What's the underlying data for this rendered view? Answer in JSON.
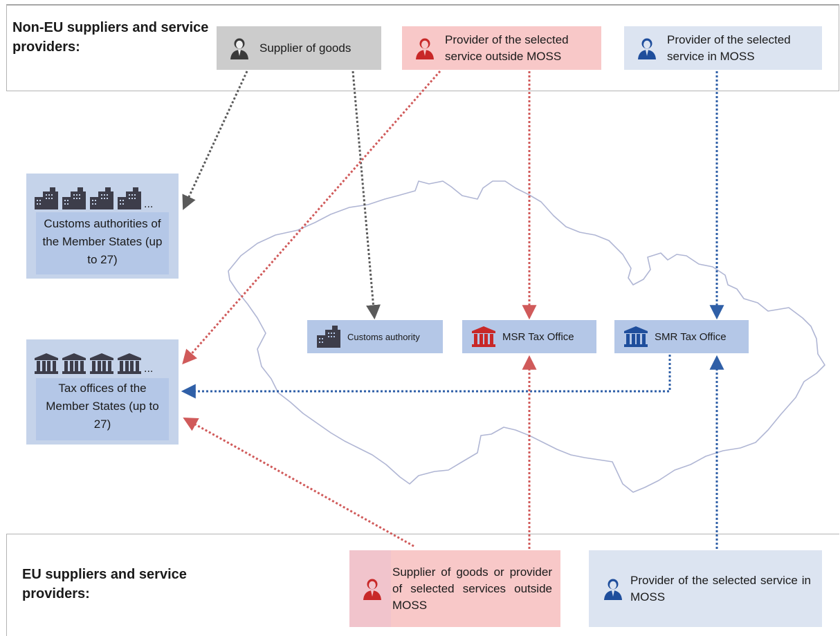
{
  "top_band": {
    "title": "Non-EU suppliers and service providers:",
    "supplier_goods": "Supplier of goods",
    "provider_outside": "Provider of the selected service outside MOSS",
    "provider_moss": "Provider of the selected service in MOSS"
  },
  "bottom_band": {
    "title": "EU suppliers and service providers:",
    "supplier_outside": "Supplier of goods or provider of selected services outside MOSS",
    "provider_moss": "Provider of the selected service in MOSS"
  },
  "authorities": {
    "customs_member_states": "Customs authorities of the Member States (up to 27)",
    "tax_member_states": "Tax offices of the Member States (up to 27)",
    "ellipsis": "..."
  },
  "offices": {
    "customs": "Customs authority",
    "msr": "MSR Tax Office",
    "smr": "SMR Tax Office"
  },
  "colors": {
    "grey_flow": "#5a5a5a",
    "red_flow": "#d05a5a",
    "blue_flow": "#2f5fa7",
    "building_dark": "#3d3d4a",
    "red_icon": "#c82828",
    "blue_icon": "#1f4e9c",
    "map_outline": "#b0b6d4"
  },
  "icons": {
    "person": "person-icon",
    "building": "building-icon",
    "institution": "institution-icon"
  }
}
